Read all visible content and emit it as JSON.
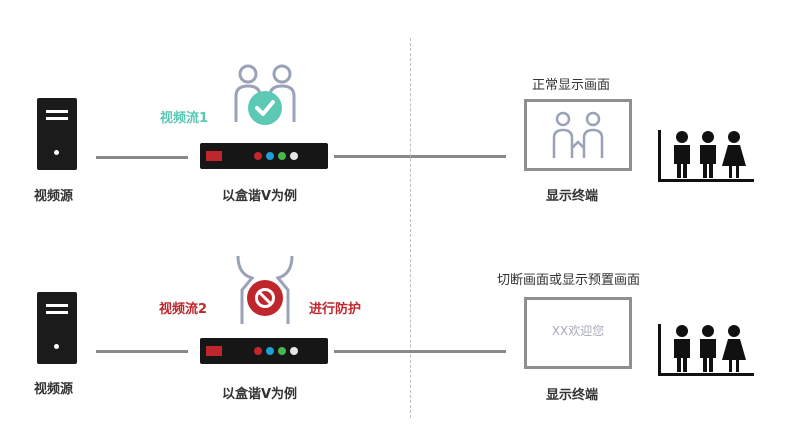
{
  "top_row": {
    "source_label": "视频源",
    "stream_label": "视频流1",
    "device_label": "以盒谐V为例",
    "screen_caption": "正常显示画面",
    "terminal_label": "显示终端"
  },
  "bottom_row": {
    "source_label": "视频源",
    "stream_label": "视频流2",
    "protect_label": "进行防护",
    "device_label": "以盒谐V为例",
    "screen_caption": "切断画面或显示预置画面",
    "screen_text": "XX欢迎您",
    "terminal_label": "显示终端"
  },
  "colors": {
    "ok_green": "#5cc9b4",
    "block_red": "#c0272d",
    "line_gray": "#8a8a8a",
    "icon_gray": "#9aa2b8"
  }
}
